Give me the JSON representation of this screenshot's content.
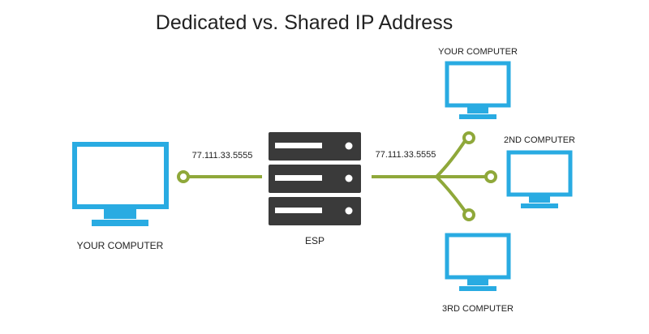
{
  "title": "Dedicated vs. Shared IP Address",
  "colors": {
    "monitor": "#29abe2",
    "monitor_fill": "#ffffff",
    "server": "#3a3a3a",
    "server_slot": "#ffffff",
    "connector": "#8fa83a",
    "text": "#222222"
  },
  "nodes": {
    "dedicated_computer": {
      "label": "YOUR COMPUTER",
      "icon": "monitor-icon"
    },
    "esp": {
      "label": "ESP",
      "icon": "server-icon"
    },
    "shared_your_computer": {
      "label": "YOUR COMPUTER",
      "icon": "monitor-icon"
    },
    "shared_2nd_computer": {
      "label": "2ND COMPUTER",
      "icon": "monitor-icon"
    },
    "shared_3rd_computer": {
      "label": "3RD COMPUTER",
      "icon": "monitor-icon"
    }
  },
  "links": {
    "dedicated_ip": "77.111.33.5555",
    "shared_ip": "77.111.33.5555"
  }
}
